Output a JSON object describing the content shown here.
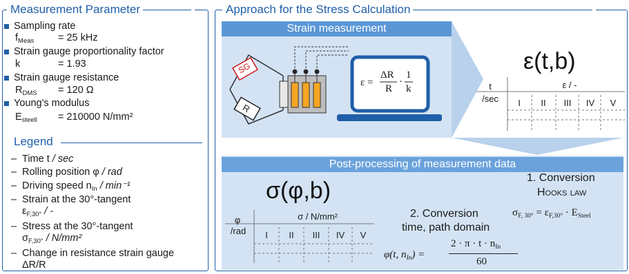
{
  "left_panel": {
    "title": "Measurement Parameter",
    "params": [
      {
        "label": "Sampling rate",
        "symbol": "f",
        "symbol_sub": "Meas",
        "value": "= 25 kHz"
      },
      {
        "label": "Strain gauge proportionality factor",
        "symbol": "k",
        "symbol_sub": "",
        "value": "= 1.93"
      },
      {
        "label": "Strain gauge resistance",
        "symbol": "R",
        "symbol_sub": "DMS",
        "value": "= 120 Ω"
      },
      {
        "label": "Young's modulus",
        "symbol": "E",
        "symbol_sub": "steell",
        "value": "= 210000 N/mm²"
      }
    ],
    "legend_title": "Legend",
    "legend": [
      {
        "text": "Time t ",
        "italic": "/ sec"
      },
      {
        "text": "Rolling position φ ",
        "italic": "/ rad"
      },
      {
        "text": "Driving speed n",
        "sub": "In",
        "italic": " / min⁻¹"
      },
      {
        "text": "Strain at the 30°-tangent",
        "line2": "ε",
        "line2_sub": "F,30°",
        "line2_italic": " / -"
      },
      {
        "text": "Stress at the 30°-tangent",
        "line2": "σ",
        "line2_sub": "F,30°",
        "line2_italic": " / N/mm²"
      },
      {
        "text": "Change in resistance strain gauge",
        "line2": "ΔR/R"
      }
    ]
  },
  "right_panel": {
    "title": "Approach for the Stress Calculation",
    "strain_banner": "Strain measurement",
    "sg_label": "SG",
    "r_label": "R",
    "formula_lhs": "ε =",
    "formula_num1": "ΔR",
    "formula_den1": "R",
    "formula_dot": "·",
    "formula_num2": "1",
    "formula_den2": "k",
    "epsilon_symbol": "ε(t,b)",
    "strain_table": {
      "row_header_1": "t",
      "row_header_2": "/sec",
      "col_group": "ε / -",
      "columns": [
        "I",
        "II",
        "III",
        "IV",
        "V"
      ]
    },
    "post_banner": "Post-processing of measurement data",
    "sigma_symbol": "σ(φ,b)",
    "stress_table": {
      "row_header_1": "φ",
      "row_header_2": "/rad",
      "col_group": "σ / N/mm²",
      "columns": [
        "I",
        "II",
        "III",
        "IV",
        "V"
      ]
    },
    "conv1_title": "1. Conversion",
    "conv1_sub": "Hooks law",
    "conv1_formula": "σ",
    "conv1_formula_sub1": "F, 30°",
    "conv1_formula_mid": " = ε",
    "conv1_formula_sub2": "F,30°",
    "conv1_formula_end": " · E",
    "conv1_formula_sub3": "Steel",
    "conv2_title": "2. Conversion",
    "conv2_sub": "time, path domain",
    "conv2_lhs": "φ(t, n",
    "conv2_lhs_sub": "In",
    "conv2_lhs_end": ") =",
    "conv2_num": "2 · π · t · n",
    "conv2_num_sub": "In",
    "conv2_den": "60"
  },
  "colors": {
    "frame": "#1f5fa8",
    "panel": "#d3e3f4",
    "banner": "#5a96d6",
    "gauge": "#f5a623"
  }
}
